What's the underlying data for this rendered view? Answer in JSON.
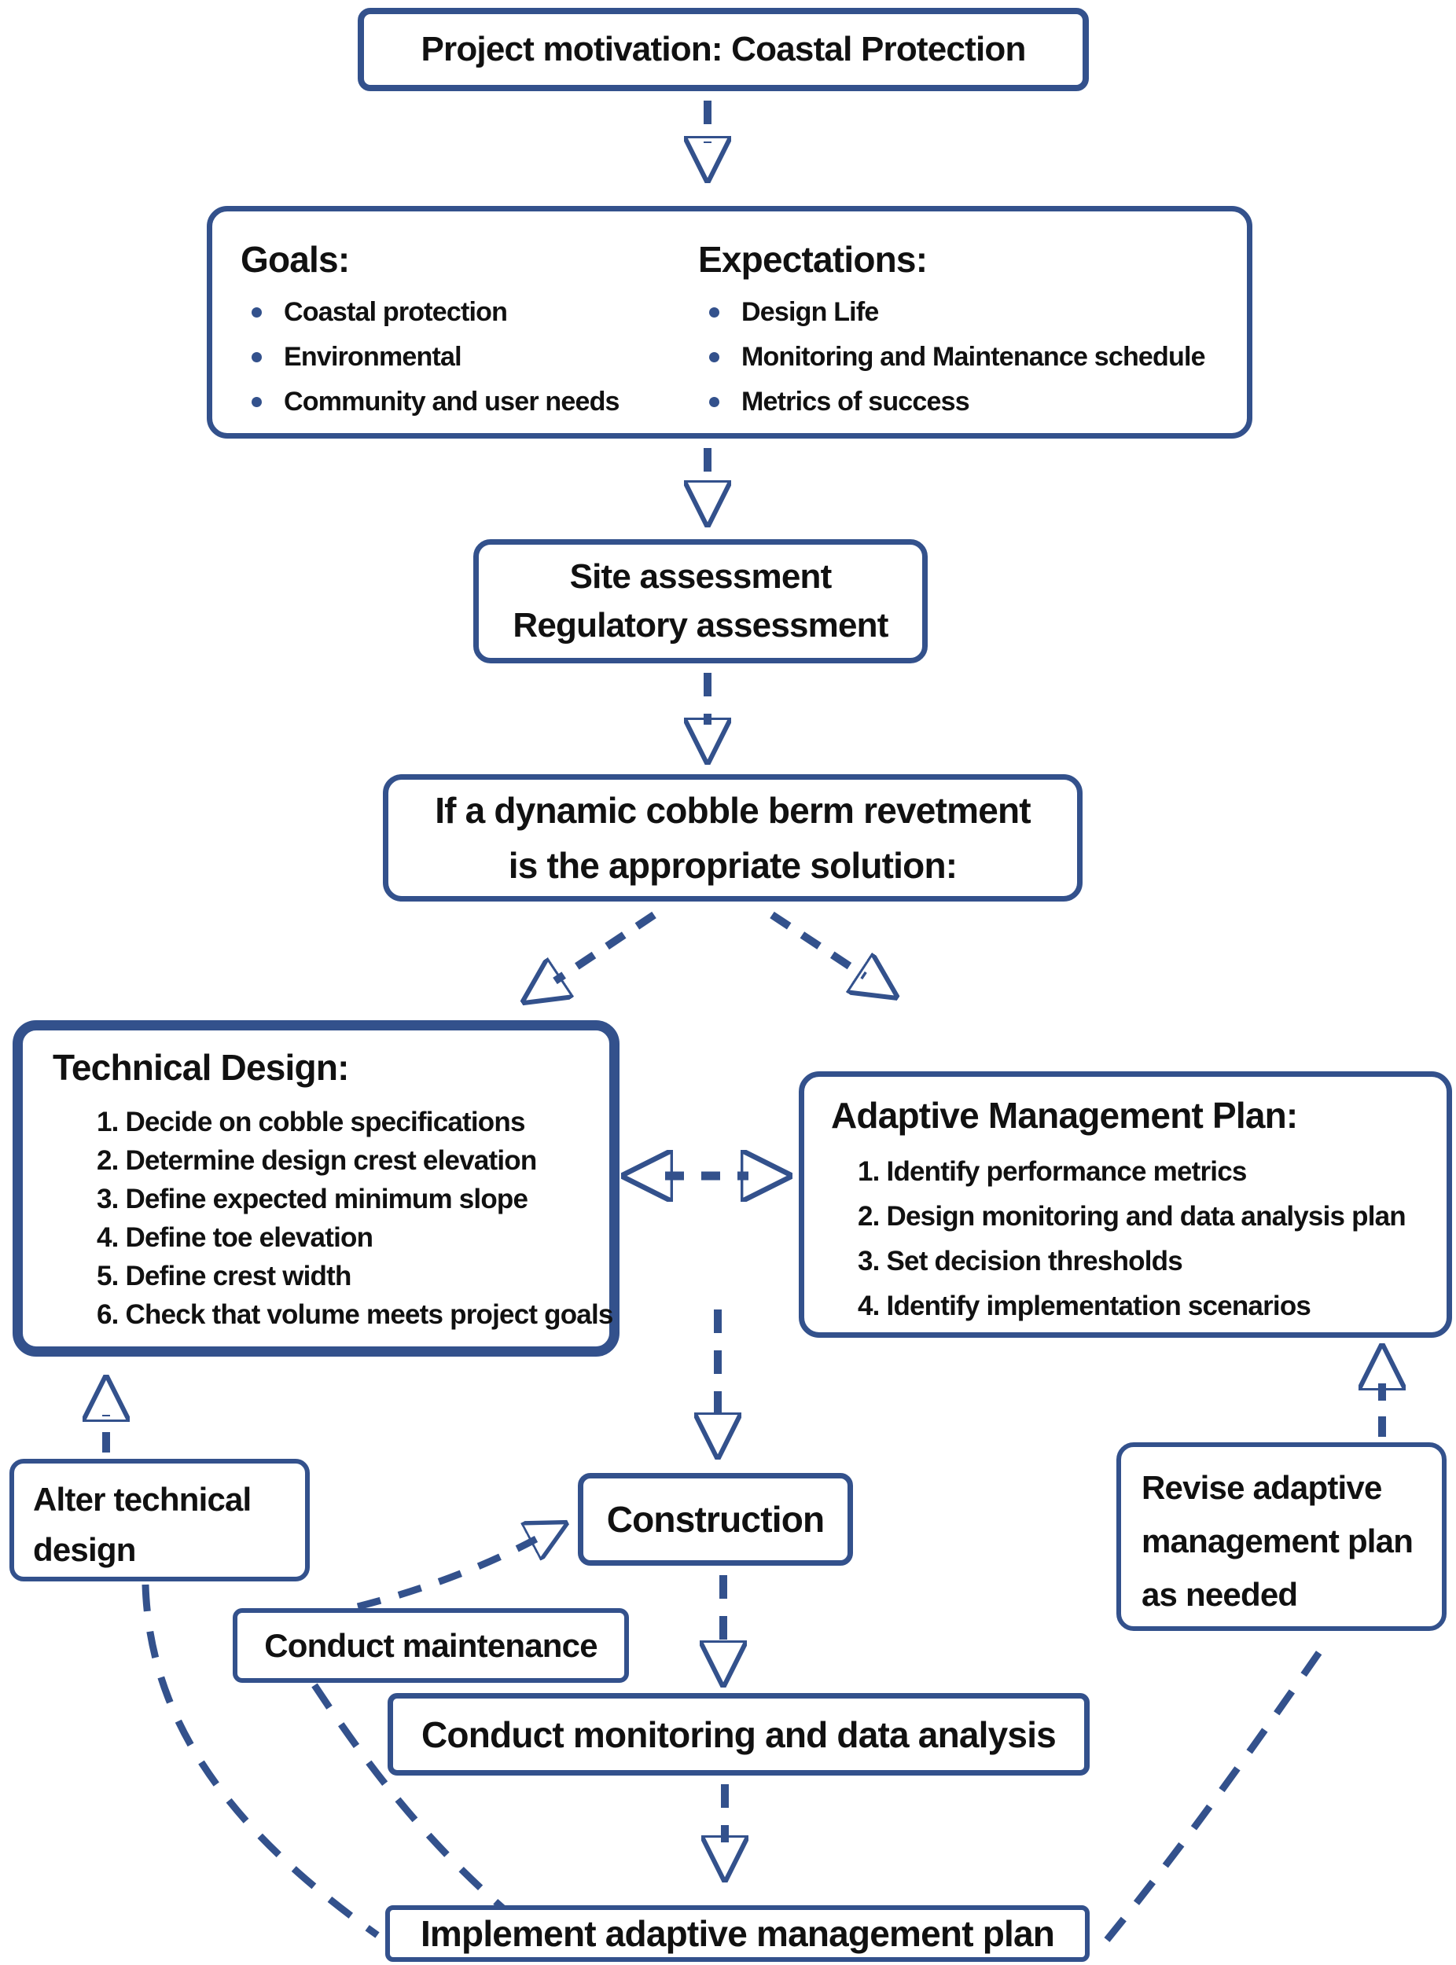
{
  "palette": {
    "accent": "#33518C",
    "text": "#111111",
    "background": "#FFFFFF"
  },
  "flowchart": {
    "motivation": {
      "label": "Project motivation: Coastal Protection"
    },
    "goals_expectations": {
      "goals": {
        "heading": "Goals:",
        "items": [
          "Coastal protection",
          "Environmental",
          "Community and user needs"
        ]
      },
      "expectations": {
        "heading": "Expectations:",
        "items": [
          "Design Life",
          "Monitoring and Maintenance schedule",
          "Metrics of success"
        ]
      }
    },
    "assessment": {
      "lines": [
        "Site assessment",
        "Regulatory assessment"
      ]
    },
    "condition": {
      "lines": [
        "If a dynamic cobble berm revetment",
        "is the appropriate solution:"
      ]
    },
    "technical_design": {
      "heading": "Technical Design:",
      "items": [
        "1. Decide on cobble specifications",
        "2. Determine design crest elevation",
        "3. Define expected minimum slope",
        "4. Define toe elevation",
        "5. Define crest width",
        "6. Check that volume meets project goals"
      ]
    },
    "adaptive_plan": {
      "heading": "Adaptive Management Plan:",
      "items": [
        "1. Identify performance metrics",
        "2. Design monitoring and data analysis plan",
        "3. Set decision thresholds",
        "4. Identify implementation scenarios"
      ]
    },
    "construction": {
      "label": "Construction"
    },
    "alter_design": {
      "lines": [
        "Alter technical",
        "design"
      ]
    },
    "conduct_maintenance": {
      "label": "Conduct maintenance"
    },
    "monitoring": {
      "label": "Conduct monitoring and data analysis"
    },
    "implement": {
      "label": "Implement adaptive management plan"
    },
    "revise_plan": {
      "lines": [
        "Revise adaptive",
        "management plan",
        "as needed"
      ]
    }
  }
}
